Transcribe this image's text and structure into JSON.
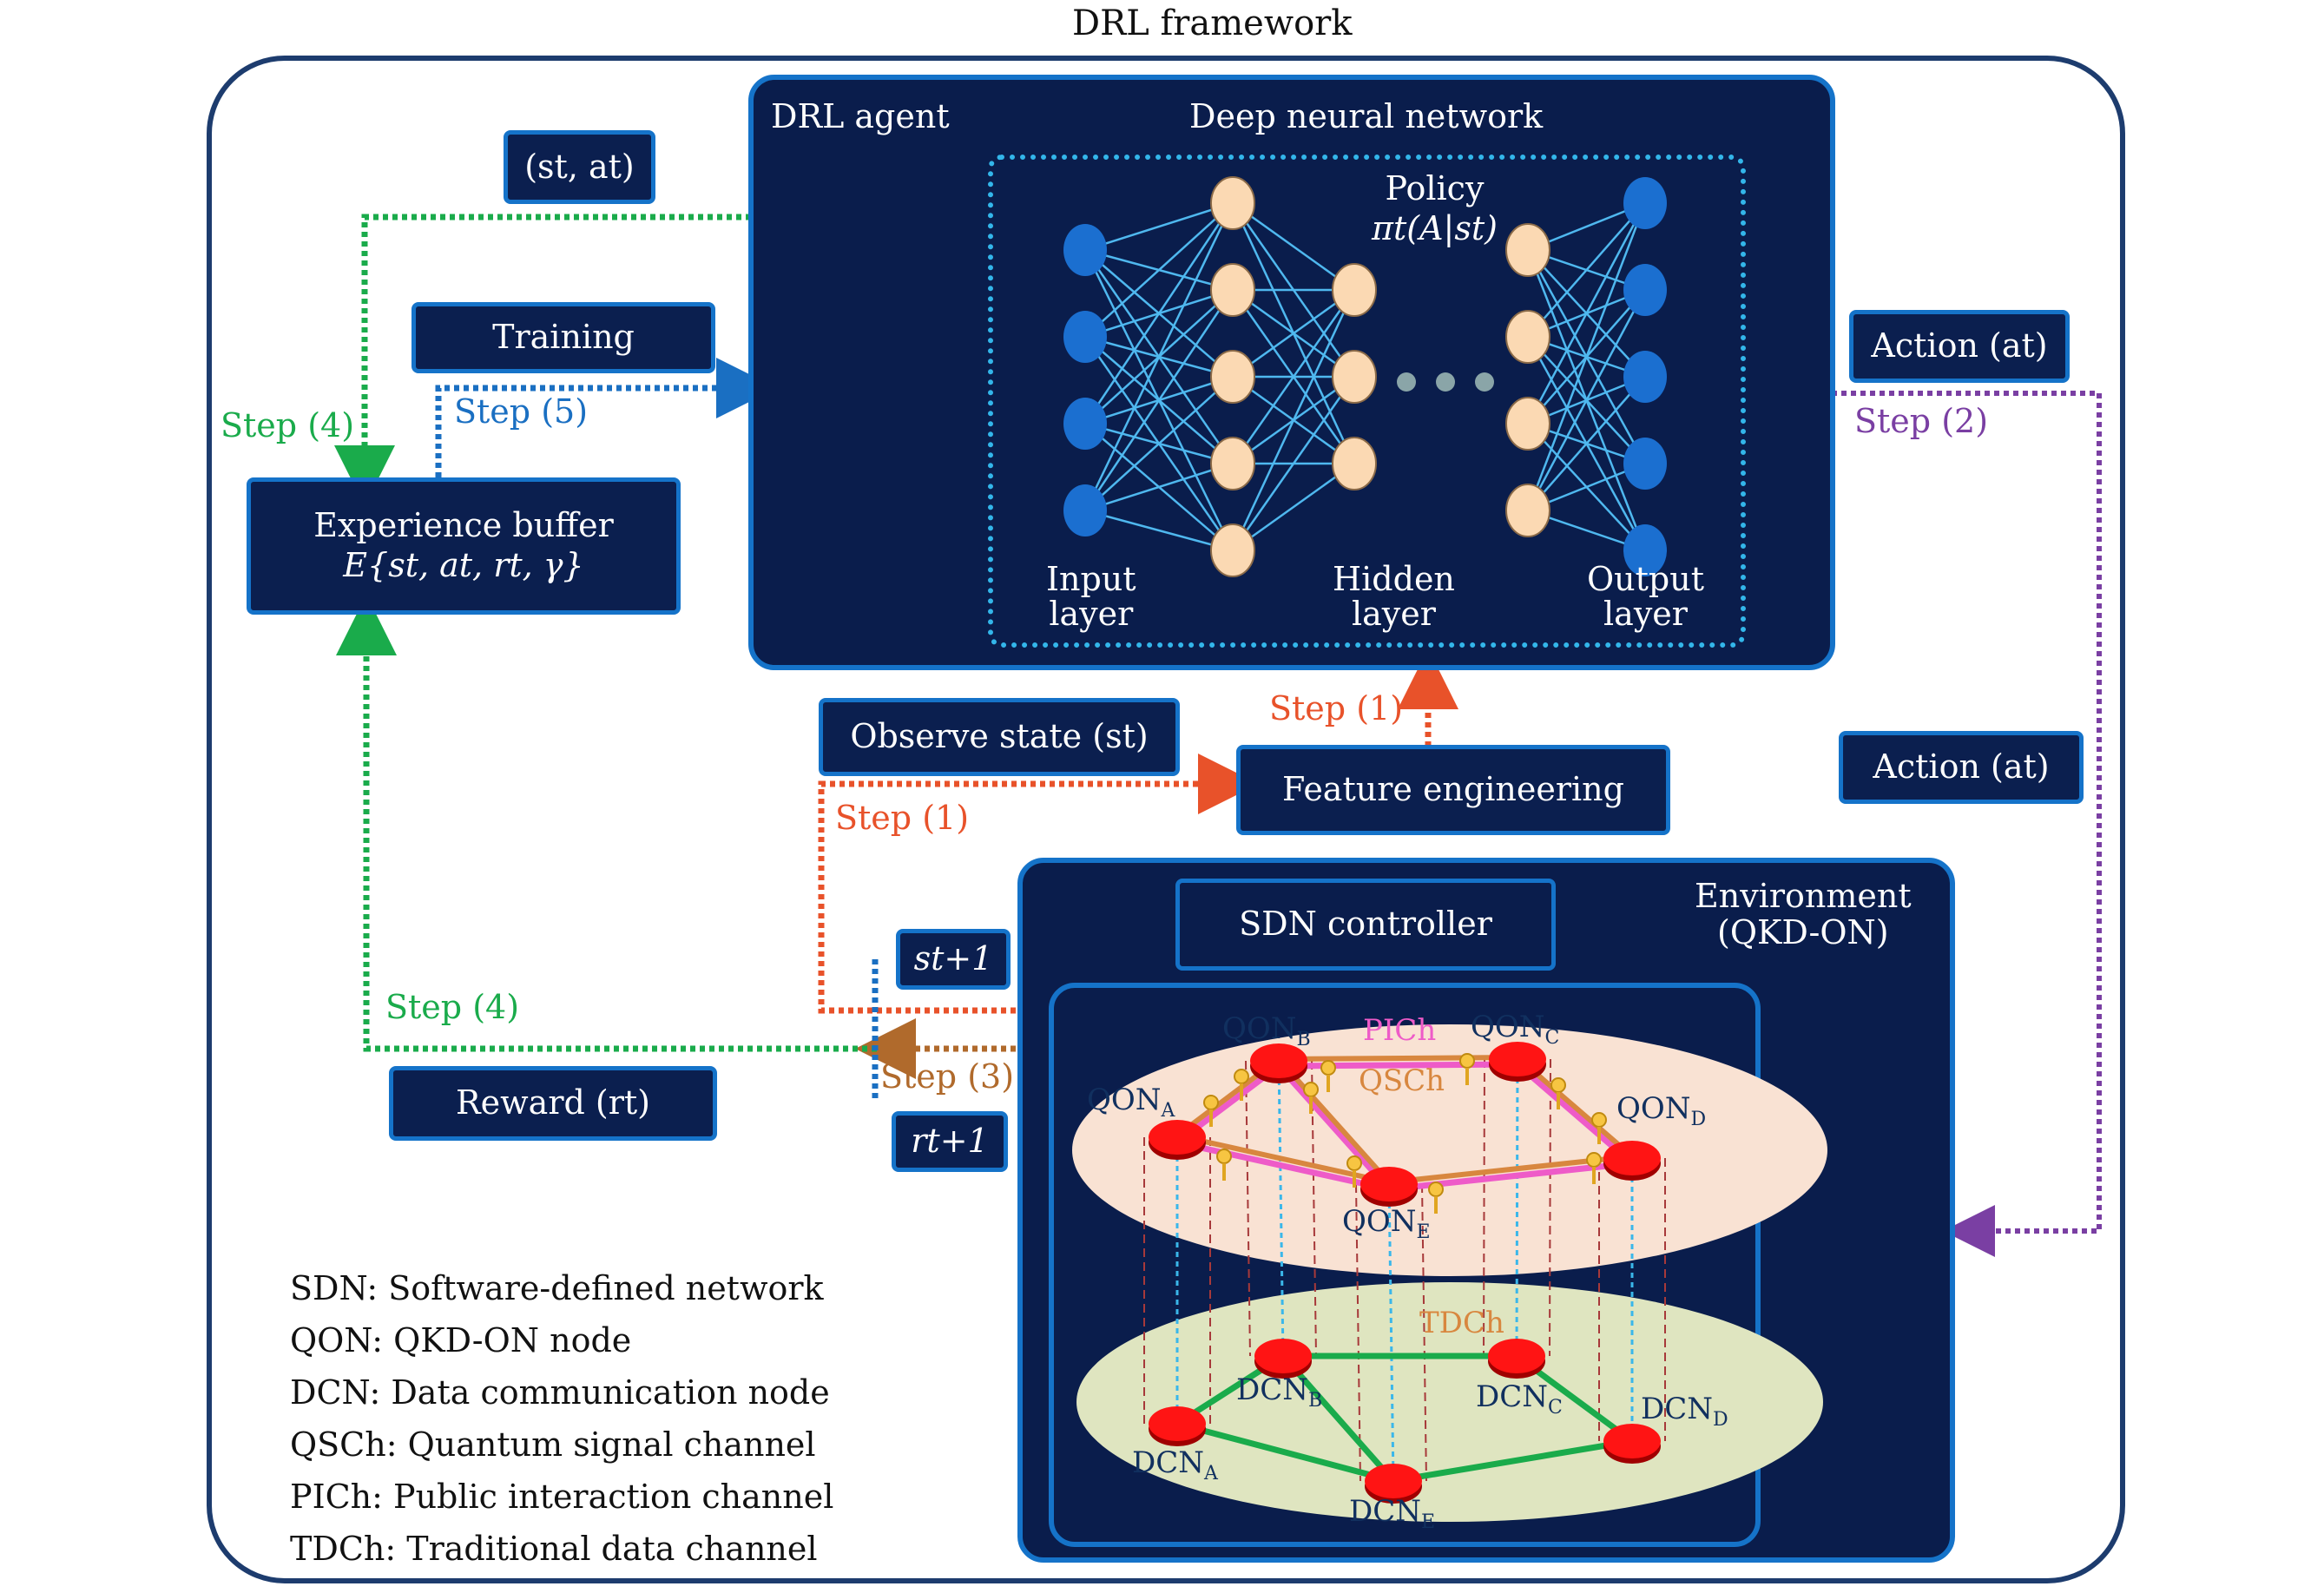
{
  "title": "DRL framework",
  "agent": {
    "label": "DRL agent",
    "dnn_title": "Deep neural network",
    "policy_line1": "Policy",
    "policy_line2": "πt(A|st)",
    "layers": {
      "input": [
        "Input",
        "layer"
      ],
      "hidden": [
        "Hidden",
        "layer"
      ],
      "output": [
        "Output",
        "layer"
      ]
    },
    "nodes": {
      "input": 4,
      "hidden1": 5,
      "hidden2": 3,
      "hidden_last": 4,
      "output": 5
    }
  },
  "boxes": {
    "state_action": "(st, at)",
    "training": "Training",
    "experience_buffer_line1": "Experience buffer",
    "experience_buffer_line2": "E{st, at, rt, γ}",
    "action_top": "Action (at)",
    "action_right": "Action (at)",
    "observe_state": "Observe state (st)",
    "feature_engineering": "Feature engineering",
    "sdn_controller": "SDN controller",
    "next_state": "st+1",
    "next_reward": "rt+1",
    "reward": "Reward (rt)"
  },
  "environment": {
    "label_line1": "Environment",
    "label_line2": "(QKD-ON)",
    "qon_nodes": [
      "QONA",
      "QONB",
      "QONC",
      "QOND",
      "QONE"
    ],
    "dcn_nodes": [
      "DCNA",
      "DCNB",
      "DCNC",
      "DCND",
      "DCNE"
    ],
    "channels": {
      "pich": "PICh",
      "qsch": "QSCh",
      "tdch": "TDCh"
    }
  },
  "steps": {
    "step4_top": "Step (4)",
    "step5": "Step (5)",
    "step2": "Step (2)",
    "step1_top": "Step (1)",
    "step1_left": "Step (1)",
    "step4_bottom": "Step (4)",
    "step3": "Step (3)"
  },
  "colors": {
    "green": "#1aab4b",
    "blue": "#1a6fc2",
    "purple": "#7a3fa3",
    "orange": "#e8522a",
    "brown": "#b06a2c",
    "panel": "#0a1d4c",
    "border": "#1573c9"
  },
  "legend": [
    "SDN: Software-defined network",
    "QON: QKD-ON node",
    "DCN: Data communication node",
    "QSCh: Quantum signal channel",
    "PICh: Public interaction channel",
    "TDCh: Traditional data channel"
  ]
}
